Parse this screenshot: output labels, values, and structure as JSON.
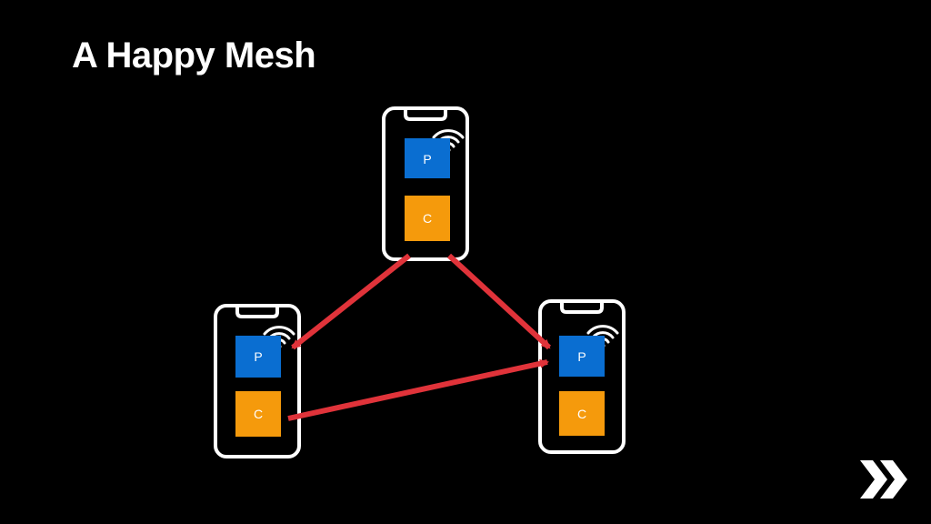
{
  "slide": {
    "title": "A Happy Mesh"
  },
  "colors": {
    "background": "#000000",
    "phone_outline": "#ffffff",
    "producer_box": "#0a6ed1",
    "consumer_box": "#f59a0c",
    "arrow": "#e0333a"
  },
  "devices": [
    {
      "id": "top",
      "producer_label": "P",
      "consumer_label": "C",
      "wifi_icon": "wifi-icon"
    },
    {
      "id": "left",
      "producer_label": "P",
      "consumer_label": "C",
      "wifi_icon": "wifi-icon"
    },
    {
      "id": "right",
      "producer_label": "P",
      "consumer_label": "C",
      "wifi_icon": "wifi-icon"
    }
  ],
  "connections": [
    {
      "from": "top.consumer",
      "to": "left.producer"
    },
    {
      "from": "top.consumer",
      "to": "right.producer"
    },
    {
      "from": "left.consumer",
      "to": "right.producer"
    }
  ],
  "nav_icon": "double-chevron-right-icon"
}
